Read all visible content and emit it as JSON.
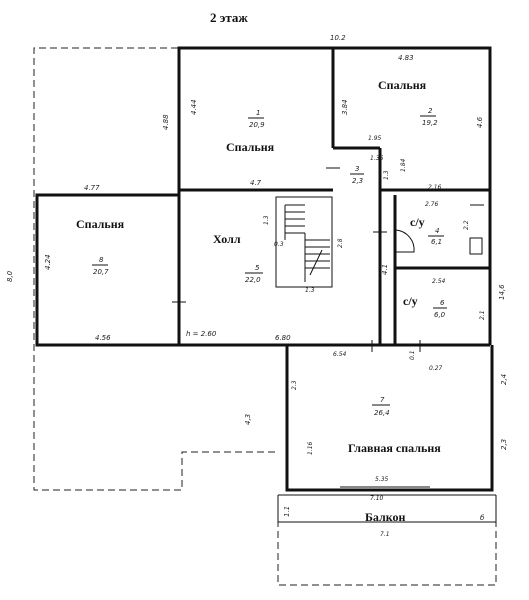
{
  "title": "2 этаж",
  "rooms": {
    "bedroom1": {
      "name": "Спальня",
      "number": "1",
      "area": "20,9"
    },
    "bedroom2": {
      "name": "Спальня",
      "number": "2",
      "area": "19,2"
    },
    "room3": {
      "number": "3",
      "area": "2,3"
    },
    "wc4": {
      "name": "с/у",
      "number": "4",
      "area": "6,1"
    },
    "hall": {
      "name": "Холл",
      "number": "5",
      "area": "22,0"
    },
    "wc6": {
      "name": "с/у",
      "number": "6",
      "area": "6,0"
    },
    "master": {
      "name": "Главная спальня",
      "number": "7",
      "area": "26,4"
    },
    "bedroom8": {
      "name": "Спальня",
      "number": "8",
      "area": "20,7"
    },
    "balcony": {
      "name": "Балкон"
    }
  },
  "dimensions": {
    "top_total": "10.2",
    "d_483": "4.83",
    "d_488": "4.88",
    "d_444": "4.44",
    "d_384": "3.84",
    "d_46a": "4.6",
    "d_195": "1.95",
    "d_136": "1.36",
    "d_13a": "1.3",
    "d_184": "1.84",
    "d_47": "4.7",
    "d_477": "4.77",
    "d_216": "2.16",
    "d_276": "2.76",
    "d_22": "2.2",
    "d_13b": "1.3",
    "d_03": "0.3",
    "d_28": "2.8",
    "d_13c": "1.3",
    "d_41": "4.1",
    "d_80": "8,0",
    "d_424": "4.24",
    "d_254": "2.54",
    "d_146": "14,6",
    "d_21": "2.1",
    "d_456": "4.56",
    "ceiling": "h = 2.60",
    "d_680": "6.80",
    "d_654": "6.54",
    "d_01": "0.1",
    "d_027": "0.27",
    "d_23a": "2.3",
    "d_24": "2,4",
    "d_43": "4,3",
    "d_116": "1.16",
    "d_23b": "2,3",
    "d_535": "5.35",
    "d_710": "7.10",
    "d_11": "1.1",
    "d_b": "б",
    "d_71": "7.1"
  },
  "colors": {
    "line": "#111111",
    "background": "#ffffff"
  }
}
